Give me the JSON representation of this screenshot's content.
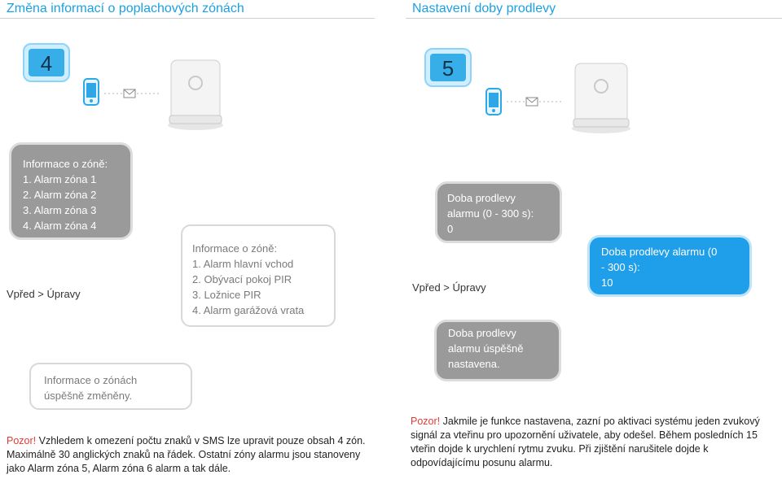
{
  "left": {
    "title": "Změna informací o poplachových zónách",
    "step_number": "4",
    "sms_info_lines": [
      "Informace o zóně:",
      "1. Alarm zóna 1",
      "2. Alarm zóna 2",
      "3. Alarm zóna 3",
      "4. Alarm zóna 4"
    ],
    "action_label": "Vpřed > Úpravy",
    "edited_lines": [
      "Informace o zóně:",
      "1. Alarm hlavní vchod",
      "2. Obývací pokoj PIR",
      "3. Ložnice PIR",
      "4. Alarm garážová vrata"
    ],
    "confirm_lines": [
      "Informace o zónách",
      "úspěšně změněny."
    ],
    "note_warn": "Pozor!",
    "note_text": " Vzhledem k omezení počtu znaků v SMS lze upravit pouze obsah 4 zón. Maximálně 30 anglických znaků na řádek. Ostatní zóny alarmu jsou stanoveny jako Alarm zóna 5, Alarm zóna 6 alarm a tak dále."
  },
  "right": {
    "title": "Nastavení doby prodlevy",
    "step_number": "5",
    "sms_info_lines": [
      "Doba prodlevy",
      "alarmu (0 - 300 s):",
      "0"
    ],
    "action_label": "Vpřed > Úpravy",
    "edited_lines": [
      "Doba prodlevy alarmu (0",
      "- 300 s):",
      "10"
    ],
    "confirm_lines": [
      "Doba prodlevy",
      "alarmu úspěšně",
      "nastavena."
    ],
    "note_warn": "Pozor!",
    "note_text": " Jakmile je funkce nastavena, zazní po aktivaci systému jeden zvukový signál za vteřinu pro upozornění uživatele, aby odešel. Během posledních 15 vteřin dojde k urychlení rytmu zvuku. Při zjištění narušitele dojde k odpovídajícímu posunu alarmu."
  },
  "colors": {
    "accent": "#1ba1e2",
    "bubble_gray": "#9a9a9a",
    "bubble_blue": "#1f9fea",
    "warn": "#e53935"
  }
}
